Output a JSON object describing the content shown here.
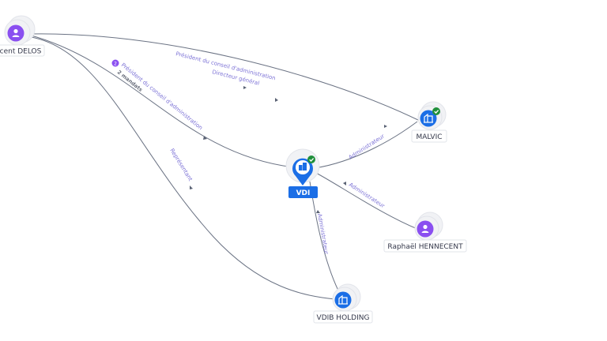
{
  "nodes": {
    "delos": {
      "label": "cent DELOS",
      "kind": "person",
      "icon": "person-icon"
    },
    "vdi": {
      "label": "VDI",
      "kind": "company",
      "icon": "building-icon",
      "verified": true
    },
    "malvic": {
      "label": "MALVIC",
      "kind": "company",
      "icon": "building-icon",
      "verified": true
    },
    "hennecent": {
      "label": "Raphaël HENNECENT",
      "kind": "person",
      "icon": "person-icon"
    },
    "vdib": {
      "label": "VDIB HOLDING",
      "kind": "company",
      "icon": "building-icon"
    }
  },
  "edges": {
    "delos_malvic": {
      "label": "Président du conseil d'administration",
      "label2": "Directeur général"
    },
    "delos_vdi": {
      "label": "Président du conseil d'administration",
      "count_text": "2 mandats",
      "count_badge": "2"
    },
    "delos_vdib": {
      "label": "Représentant"
    },
    "vdi_malvic": {
      "label": "Administrateur"
    },
    "hennecent_vdi": {
      "label": "Administrateur"
    },
    "vdib_vdi": {
      "label": "Administrateur"
    }
  },
  "colors": {
    "person": "#8a4ff0",
    "company": "#1b6ee6",
    "verified": "#1f8f3a",
    "edge_label": "#7c72d6"
  }
}
